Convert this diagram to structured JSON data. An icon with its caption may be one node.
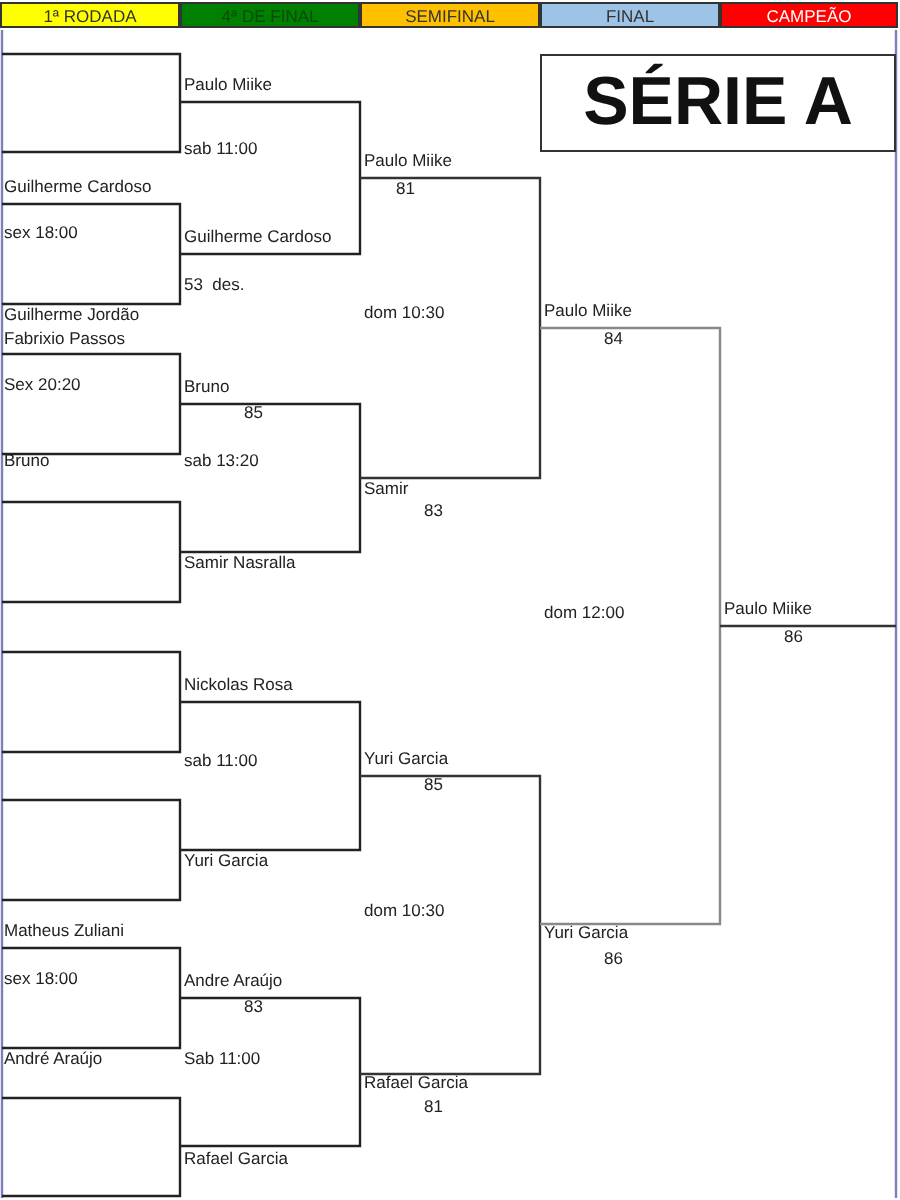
{
  "diagram": {
    "title": "SÉRIE A",
    "labels": [
      "1ª RODADA",
      "4ª DE FINAL",
      "SEMIFINAL",
      "FINAL",
      "CAMPEÃO",
      "Paulo Miike",
      "sab 11:00",
      "Paulo Miike",
      "Guilherme Cardoso",
      "81",
      "sex 18:00",
      "Guilherme Cardoso",
      "53  des.",
      "Guilherme Jordão",
      "dom 10:30",
      "Paulo Miike",
      "Fabrixio Passos",
      "84",
      "Sex 20:20",
      "Bruno",
      "85",
      "Bruno",
      "sab 13:20",
      "Samir",
      "83",
      "Samir Nasralla",
      "dom 12:00",
      "Paulo Miike",
      "86",
      "Nickolas Rosa",
      "sab 11:00",
      "Yuri Garcia",
      "85",
      "Yuri Garcia",
      "dom 10:30",
      "Matheus Zuliani",
      "Yuri Garcia",
      "sex 18:00",
      "Andre Araújo",
      "86",
      "83",
      "André Araújo",
      "Sab 11:00",
      "Rafael Garcia",
      "81",
      "Rafael Garcia"
    ]
  }
}
